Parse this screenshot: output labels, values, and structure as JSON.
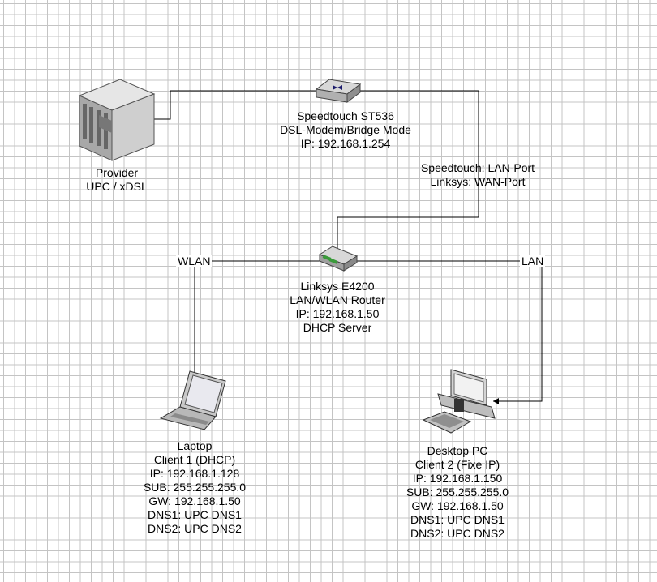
{
  "nodes": {
    "provider": {
      "lines": [
        "Provider",
        "UPC / xDSL"
      ]
    },
    "modem": {
      "lines": [
        "Speedtouch ST536",
        "DSL-Modem/Bridge Mode",
        "IP: 192.168.1.254"
      ]
    },
    "port_note": {
      "lines": [
        "Speedtouch: LAN-Port",
        "Linksys: WAN-Port"
      ]
    },
    "router": {
      "lines": [
        "Linksys E4200",
        "LAN/WLAN Router",
        "IP: 192.168.1.50",
        "DHCP Server"
      ]
    },
    "laptop": {
      "lines": [
        "Laptop",
        "Client 1 (DHCP)",
        "IP: 192.168.1.128",
        "SUB: 255.255.255.0",
        "GW: 192.168.1.50",
        "DNS1: UPC DNS1",
        "DNS2: UPC DNS2"
      ]
    },
    "desktop": {
      "lines": [
        "Desktop PC",
        "Client 2 (Fixe IP)",
        "IP: 192.168.1.150",
        "SUB: 255.255.255.0",
        "GW: 192.168.1.50",
        "DNS1: UPC DNS1",
        "DNS2: UPC DNS2"
      ]
    }
  },
  "links": {
    "wlan_label": "WLAN",
    "lan_label": "LAN"
  }
}
